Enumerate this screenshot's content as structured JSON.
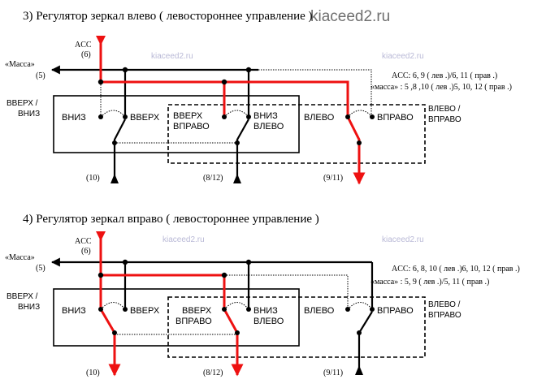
{
  "header_watermark": "kiaceed2.ru",
  "diagrams": [
    {
      "title": "3)  Регулятор    зеркал    влево  ( левостороннее    управление )",
      "watermark_1": "kiaceed2.ru",
      "watermark_2": "kiaceed2.ru",
      "acc_label": "ACC",
      "acc_pin": "(6)",
      "massa_label": "«Масса»",
      "massa_pin": "(5)",
      "legend_acc": "ACC: 6, 9 ( лев .)/6, 11 ( прав .)",
      "legend_massa": "«масса»   : 5 ,8 ,10 ( лев .)5, 10, 12 ( прав .)",
      "side_up_down_1": "ВВЕРХ  /",
      "side_up_down_2": "ВНИЗ",
      "side_left_right_1": "ВЛЕВО  /",
      "side_left_right_2": "ВПРАВО",
      "sw_down": "ВНИЗ",
      "sw_up": "ВВЕРХ",
      "sw_up_right_1": "ВВЕРХ",
      "sw_up_right_2": "ВПРАВО",
      "sw_down_left_1": "ВНИЗ",
      "sw_down_left_2": "ВЛЕВО",
      "sw_left": "ВЛЕВО",
      "sw_right": "ВПРАВО",
      "pin_a": "(10)",
      "pin_b": "(8/12)",
      "pin_c": "(9/11)"
    },
    {
      "title": "4)  Регулятор    зеркал    вправо ( левостороннее     управление   )",
      "watermark_1": "kiaceed2.ru",
      "watermark_2": "kiaceed2.ru",
      "acc_label": "ACC",
      "acc_pin": "(6)",
      "massa_label": "«Масса»",
      "massa_pin": "(5)",
      "legend_acc": "ACC: 6, 8, 10 ( лев .)6, 10, 12 ( прав .)",
      "legend_massa": "«масса»   : 5, 9 ( лев .)/5, 11 ( прав .)",
      "side_up_down_1": "ВВЕРХ  /",
      "side_up_down_2": "ВНИЗ",
      "side_left_right_1": "ВЛЕВО  /",
      "side_left_right_2": "ВПРАВО",
      "sw_down": "ВНИЗ",
      "sw_up": "ВВЕРХ",
      "sw_up_right_1": "ВВЕРХ",
      "sw_up_right_2": "ВПРАВО",
      "sw_down_left_1": "ВНИЗ",
      "sw_down_left_2": "ВЛЕВО",
      "sw_left": "ВЛЕВО",
      "sw_right": "ВПРАВО",
      "pin_a": "(10)",
      "pin_b": "(8/12)",
      "pin_c": "(9/11)"
    }
  ],
  "colors": {
    "live": "#ee1111",
    "wire": "#000000",
    "watermark": "#b9b9d6"
  }
}
